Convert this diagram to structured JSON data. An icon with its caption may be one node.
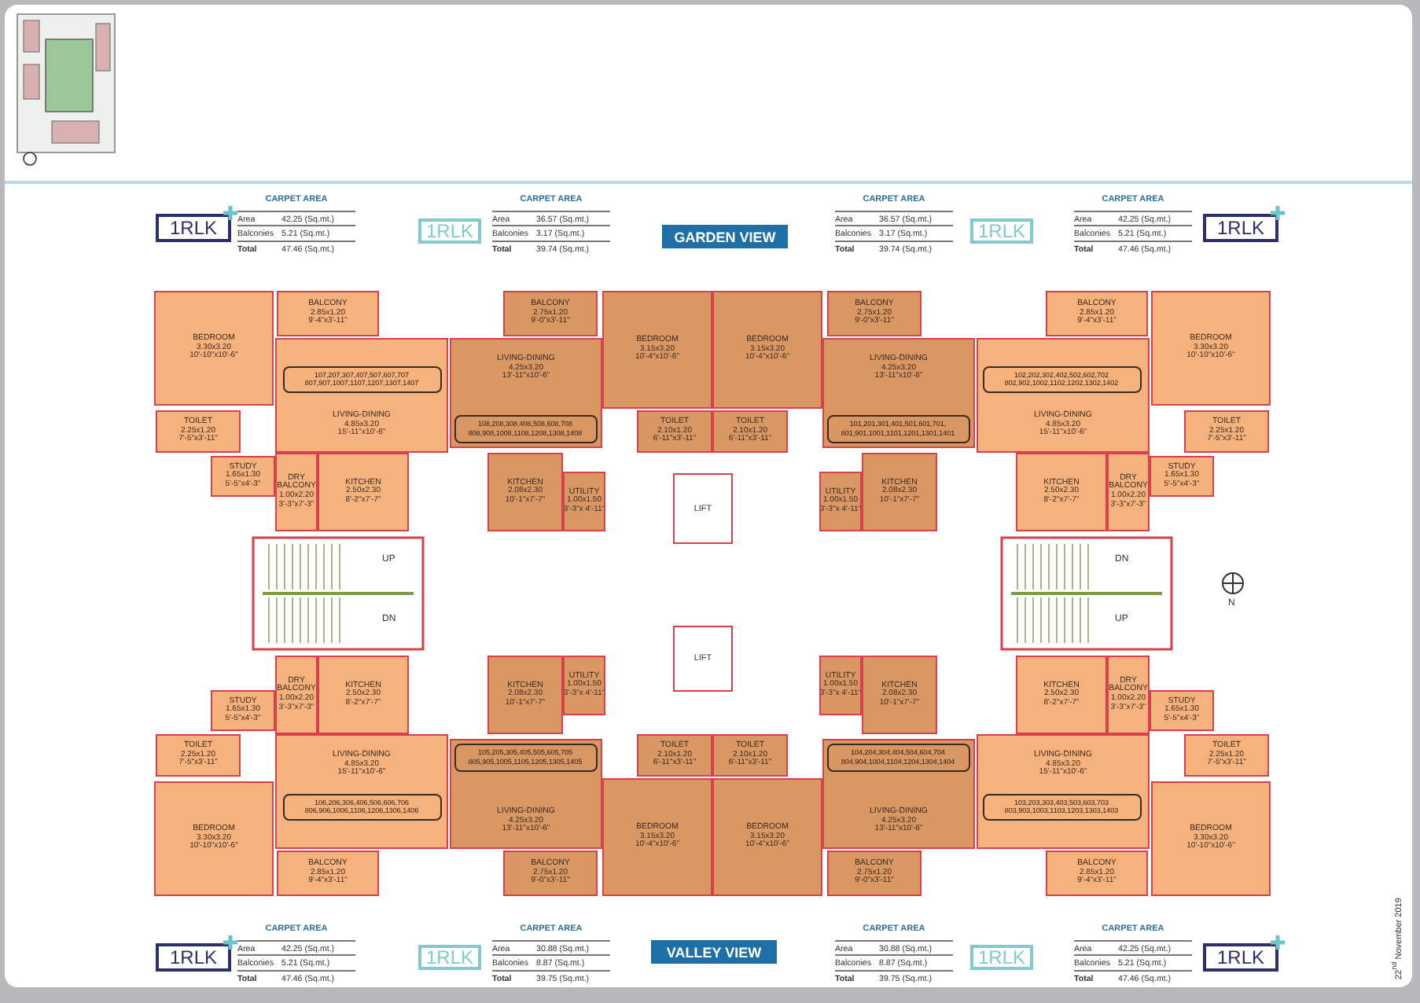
{
  "diagram": {
    "nodes": [
      {
        "text": [
          "BEDROOM",
          "3.30x3.20",
          "10'-10\"x10'-6\""
        ]
      },
      {
        "text": [
          "BALCONY",
          "2.85x1.20",
          "9'-4\"x3'-11\""
        ]
      },
      {
        "text": [
          "LIVING-DINING",
          "4.85x3.20",
          "15'-11\"x10'-6\""
        ]
      },
      {
        "text": [
          "107,207,307,407,507,607,707 807,907,1007,1107,1207,1307,1407"
        ],
        "in": 2
      },
      {
        "text": [
          "TOILET",
          "2.25x1.20",
          "7'-5\"x3'-11\""
        ]
      },
      {
        "text": [
          "STUDY",
          "1.65x1.30",
          "5'-5\"x4'-3\""
        ]
      },
      {
        "text": [
          "DRY BALCONY",
          "1.00x2.20",
          "3'-3\"x7'-3\""
        ]
      },
      {
        "text": [
          "KITCHEN",
          "2.50x2.30",
          "8'-2\"x7'-7\""
        ]
      },
      {
        "text": [
          "BALCONY",
          "2.75x1.20",
          "9'-0\"x3'-11\""
        ]
      },
      {
        "text": [
          "BEDROOM",
          "3.15x3.20",
          "10'-4\"x10'-6\""
        ]
      },
      {
        "text": [
          "LIVING-DINING",
          "4.25x3.20",
          "13'-11\"x10'-6\""
        ]
      },
      {
        "text": [
          "108,208,308,408,508,608,708 808,908,1008,1108,1208,1308,1408"
        ],
        "in": 10
      },
      {
        "text": [
          "TOILET",
          "2.10x1.20",
          "6'-11\"x3'-11\""
        ]
      },
      {
        "text": [
          "KITCHEN",
          "2.08x2.30",
          "10'-1\"x7'-7\""
        ]
      },
      {
        "text": [
          "UTILITY",
          "1.00x1.50",
          "3'-3\"x 4'-11\""
        ]
      },
      {
        "text": [
          "BALCONY",
          "2.75x1.20",
          "9'-0\"x3'-11\""
        ]
      },
      {
        "text": [
          "BEDROOM",
          "3.15x3.20",
          "10'-4\"x10'-6\""
        ]
      },
      {
        "text": [
          "LIVING-DINING",
          "4.25x3.20",
          "13'-11\"x10'-6\""
        ]
      },
      {
        "text": [
          "101,201,301,401,501,601,701, 801,901,1001,1101,1201,1301,1401"
        ],
        "in": 17
      },
      {
        "text": [
          "TOILET",
          "2.10x1.20",
          "6'-11\"x3'-11\""
        ]
      },
      {
        "text": [
          "KITCHEN",
          "2.08x2.30",
          "10'-1\"x7'-7\""
        ]
      },
      {
        "text": [
          "UTILITY",
          "1.00x1.50",
          "3'-3\"x 4'-11\""
        ]
      },
      {
        "text": [
          "BEDROOM",
          "3.30x3.20",
          "10'-10\"x10'-6\""
        ]
      },
      {
        "text": [
          "BALCONY",
          "2.85x1.20",
          "9'-4\"x3'-11\""
        ]
      },
      {
        "text": [
          "LIVING-DINING",
          "4.85x3.20",
          "15'-11\"x10'-6\""
        ]
      },
      {
        "text": [
          "102,202,302,402,502,602,702 802,902,1002,1102,1202,1302,1402"
        ],
        "in": 24
      },
      {
        "text": [
          "TOILET",
          "2.25x1.20",
          "7'-5\"x3'-11\""
        ]
      },
      {
        "text": [
          "STUDY",
          "1.65x1.30",
          "5'-5\"x4'-3\""
        ]
      },
      {
        "text": [
          "DRY BALCONY",
          "1.00x2.20",
          "3'-3\"x7'-3\""
        ]
      },
      {
        "text": [
          "KITCHEN",
          "2.50x2.30",
          "8'-2\"x7'-7\""
        ]
      },
      {
        "text": [
          "BEDROOM",
          "3.30x3.20",
          "10'-10\"x10'-6\""
        ]
      },
      {
        "text": [
          "BALCONY",
          "2.85x1.20",
          "9'-4\"x3'-11\""
        ]
      },
      {
        "text": [
          "LIVING-DINING",
          "4.85x3.20",
          "15'-11\"x10'-6\""
        ]
      },
      {
        "text": [
          "106,206,306,406,506,606,706 806,906,1006,1106,1206,1306,1406"
        ],
        "in": 32
      },
      {
        "text": [
          "TOILET",
          "2.25x1.20",
          "7'-5\"x3'-11\""
        ]
      },
      {
        "text": [
          "STUDY",
          "1.65x1.30",
          "5'-5\"x4'-3\""
        ]
      },
      {
        "text": [
          "DRY BALCONY",
          "1.00x2.20",
          "3'-3\"x7'-3\""
        ]
      },
      {
        "text": [
          "KITCHEN",
          "2.50x2.30",
          "8'-2\"x7'-7\""
        ]
      },
      {
        "text": [
          "BALCONY",
          "2.75x1.20",
          "9'-0\"x3'-11\""
        ]
      },
      {
        "text": [
          "BEDROOM",
          "3.15x3.20",
          "10'-4\"x10'-6\""
        ]
      },
      {
        "text": [
          "LIVING-DINING",
          "4.25x3.20",
          "13'-11\"x10'-6\""
        ]
      },
      {
        "text": [
          "105,205,305,405,505,605,705 805,905,1005,1105,1205,1305,1405"
        ],
        "in": 40
      },
      {
        "text": [
          "TOILET",
          "2.10x1.20",
          "6'-11\"x3'-11\""
        ]
      },
      {
        "text": [
          "KITCHEN",
          "2.08x2.30",
          "10'-1\"x7'-7\""
        ]
      },
      {
        "text": [
          "UTILITY",
          "1.00x1.50",
          "3'-3\"x 4'-11\""
        ]
      },
      {
        "text": [
          "BALCONY",
          "2.75x1.20",
          "9'-0\"x3'-11\""
        ]
      },
      {
        "text": [
          "BEDROOM",
          "3.15x3.20",
          "10'-4\"x10'-6\""
        ]
      },
      {
        "text": [
          "LIVING-DINING",
          "4.25x3.20",
          "13'-11\"x10'-6\""
        ]
      },
      {
        "text": [
          "104,204,304,404,504,604,704 804,904,1004,1104,1204,1304,1404"
        ],
        "in": 47
      },
      {
        "text": [
          "TOILET",
          "2.10x1.20",
          "6'-11\"x3'-11\""
        ]
      },
      {
        "text": [
          "KITCHEN",
          "2.08x2.30",
          "10'-1\"x7'-7\""
        ]
      },
      {
        "text": [
          "UTILITY",
          "1.00x1.50",
          "3'-3\"x 4'-11\""
        ]
      },
      {
        "text": [
          "BEDROOM",
          "3.30x3.20",
          "10'-10\"x10'-6\""
        ]
      },
      {
        "text": [
          "BALCONY",
          "2.85x1.20",
          "9'-4\"x3'-11\""
        ]
      },
      {
        "text": [
          "LIVING-DINING",
          "4.85x3.20",
          "15'-11\"x10'-6\""
        ]
      },
      {
        "text": [
          "103,203,303,403,503,603,703 803,903,1003,1103,1203,1303,1403"
        ],
        "in": 54
      },
      {
        "text": [
          "TOILET",
          "2.25x1.20",
          "7'-5\"x3'-11\""
        ]
      },
      {
        "text": [
          "STUDY",
          "1.65x1.30",
          "5'-5\"x4'-3\""
        ]
      },
      {
        "text": [
          "DRY BALCONY",
          "1.00x2.20",
          "3'-3\"x7'-3\""
        ]
      },
      {
        "text": [
          "KITCHEN",
          "2.50x2.30",
          "8'-2\"x7'-7\""
        ]
      },
      {
        "text": [
          "LIFT"
        ]
      },
      {
        "text": [
          "LIFT"
        ]
      }
    ],
    "edges": [],
    "labels": [
      "1RLK",
      "CARPET AREA",
      "Area",
      "42.25 (Sq.mt.)",
      "Balconies",
      "5.21 (Sq.mt.)",
      "Total",
      "47.46 (Sq.mt.)",
      "1RLK",
      "CARPET AREA",
      "Area",
      "36.57 (Sq.mt.)",
      "Balconies",
      "3.17 (Sq.mt.)",
      "Total",
      "39.74 (Sq.mt.)",
      "GARDEN VIEW",
      "CARPET AREA",
      "Area",
      "36.57 (Sq.mt.)",
      "Balconies",
      "3.17 (Sq.mt.)",
      "Total",
      "39.74 (Sq.mt.)",
      "1RLK",
      "CARPET AREA",
      "Area",
      "42.25 (Sq.mt.)",
      "Balconies",
      "5.21 (Sq.mt.)",
      "Total",
      "47.46 (Sq.mt.)",
      "1RLK",
      "UP",
      "DN",
      "N",
      "DN",
      "UP",
      "1RLK",
      "CARPET AREA",
      "Area",
      "42.25 (Sq.mt.)",
      "Balconies",
      "5.21 (Sq.mt.)",
      "Total",
      "47.46 (Sq.mt.)",
      "1RLK",
      "CARPET AREA",
      "Area",
      "30.88 (Sq.mt.)",
      "Balconies",
      "8.87 (Sq.mt.)",
      "Total",
      "39.75 (Sq.mt.)",
      "VALLEY VIEW",
      "CARPET AREA",
      "Area",
      "30.88 (Sq.mt.)",
      "Balconies",
      "8.87 (Sq.mt.)",
      "Total",
      "39.75 (Sq.mt.)",
      "1RLK",
      "CARPET AREA",
      "Area",
      "42.25 (Sq.mt.)",
      "Balconies",
      "5.21 (Sq.mt.)",
      "Total",
      "47.46 (Sq.mt.)",
      "1RLK",
      "22$^{nd}$ November 2019"
    ]
  }
}
